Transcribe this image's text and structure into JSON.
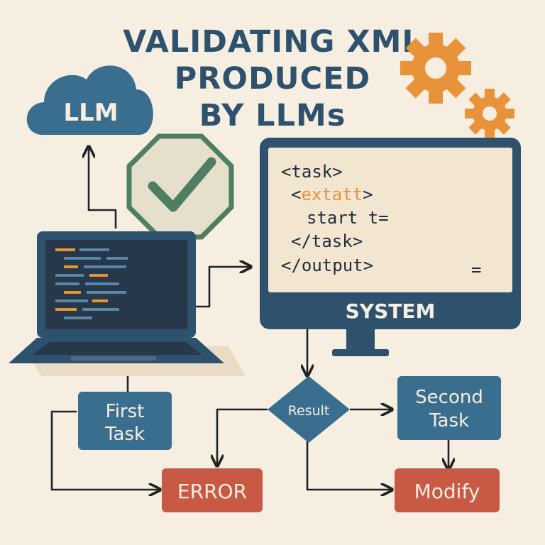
{
  "title": {
    "line1": "VALIDATING XML",
    "line2": "PRODUCED",
    "line3": "BY LLMs"
  },
  "cloud": {
    "label": "LLM"
  },
  "monitor": {
    "label": "SYSTEM",
    "code_lines": [
      "<task>",
      "<",
      "extatt",
      ">",
      "start t=",
      "</task>",
      "</output>",
      "="
    ]
  },
  "nodes": {
    "first_task": {
      "line1": "First",
      "line2": "Task"
    },
    "result": {
      "label": "Result"
    },
    "second_task": {
      "line1": "Second",
      "line2": "Task"
    },
    "error": {
      "label": "ERROR"
    },
    "modify": {
      "label": "Modify"
    }
  },
  "icons": [
    "cloud-icon",
    "gear-icon",
    "check-icon",
    "laptop-icon",
    "monitor-icon"
  ],
  "colors": {
    "background": "#f6eee0",
    "navy": "#2e526e",
    "teal_box": "#3a6e8e",
    "red_box": "#c85a45",
    "orange_gear": "#e8923a",
    "green_check": "#4f7f63",
    "arrow": "#222222"
  }
}
